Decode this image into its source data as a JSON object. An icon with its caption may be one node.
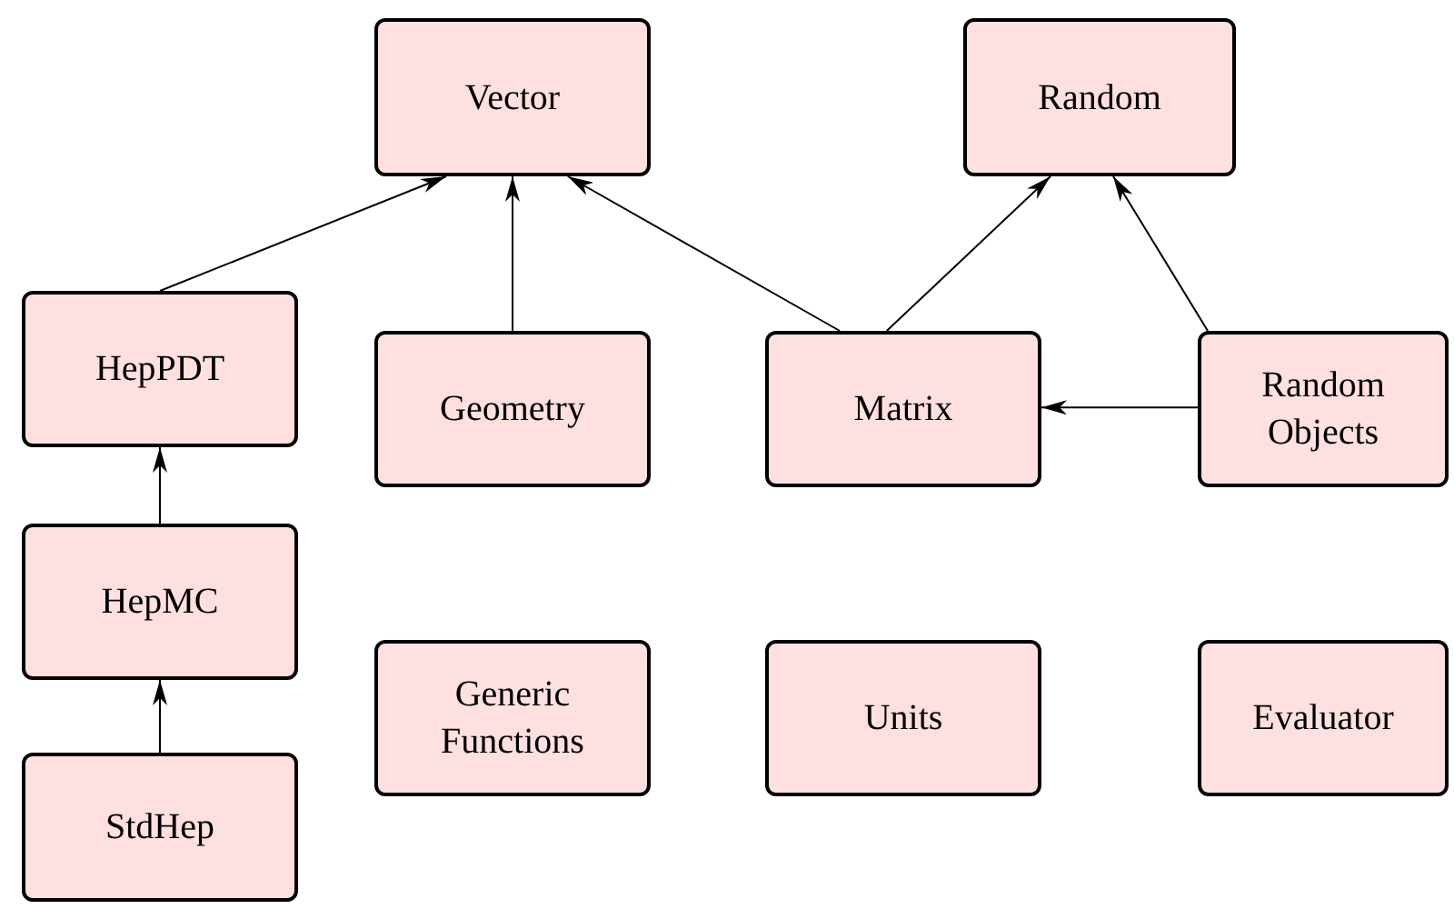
{
  "diagram": {
    "nodes": [
      {
        "text": [
          "Vector"
        ]
      },
      {
        "text": [
          "Random"
        ]
      },
      {
        "text": [
          "HepPDT"
        ]
      },
      {
        "text": [
          "Geometry"
        ]
      },
      {
        "text": [
          "Matrix"
        ]
      },
      {
        "text": [
          "Random Objects"
        ]
      },
      {
        "text": [
          "HepMC"
        ]
      },
      {
        "text": [
          "Generic Functions"
        ]
      },
      {
        "text": [
          "Units"
        ]
      },
      {
        "text": [
          "Evaluator"
        ]
      },
      {
        "text": [
          "StdHep"
        ]
      }
    ],
    "edges": [
      {
        "from": 2,
        "to": 0,
        "arrow": "to"
      },
      {
        "from": 3,
        "to": 0,
        "arrow": "to"
      },
      {
        "from": 4,
        "to": 0,
        "arrow": "to"
      },
      {
        "from": 4,
        "to": 1,
        "arrow": "to"
      },
      {
        "from": 5,
        "to": 1,
        "arrow": "to"
      },
      {
        "from": 5,
        "to": 4,
        "arrow": "to"
      },
      {
        "from": 6,
        "to": 2,
        "arrow": "to"
      },
      {
        "from": 10,
        "to": 6,
        "arrow": "to"
      }
    ]
  }
}
